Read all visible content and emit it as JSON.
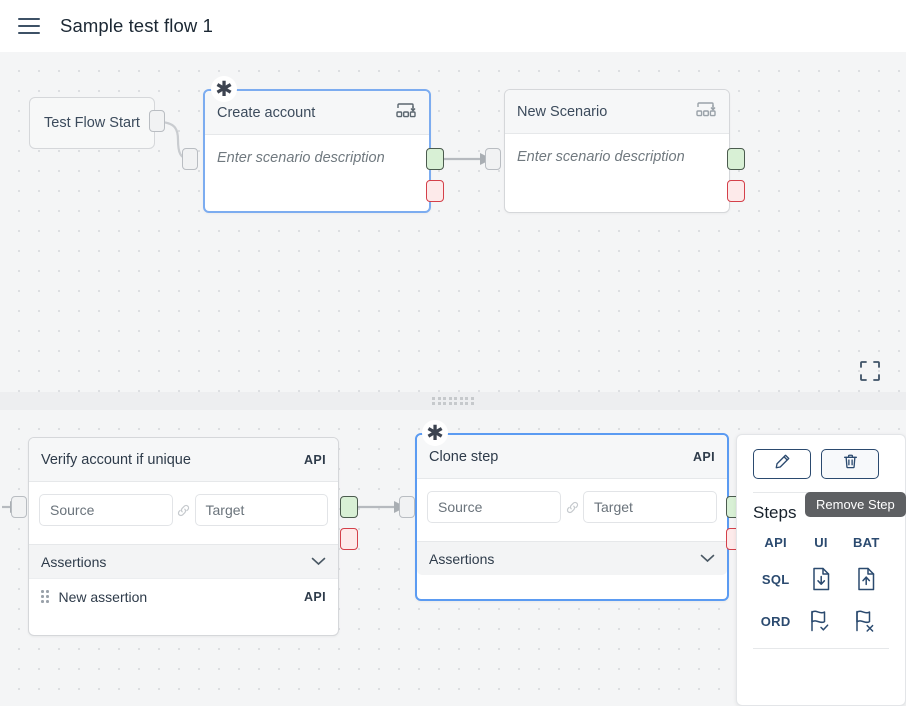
{
  "header": {
    "menu_icon": "hamburger-icon",
    "title": "Sample test flow 1"
  },
  "canvas_top": {
    "start_node": {
      "label": "Test Flow Start"
    },
    "scenarios": [
      {
        "title": "Create account",
        "description_placeholder": "Enter scenario description",
        "icon": "sub-steps-icon",
        "badge": "asterisk-badge",
        "selected": true
      },
      {
        "title": "New Scenario",
        "description_placeholder": "Enter scenario description",
        "icon": "sub-steps-icon",
        "badge": null,
        "selected": false
      }
    ],
    "fullscreen_icon": "fullscreen-icon"
  },
  "canvas_bottom": {
    "steps": [
      {
        "title": "Verify account if unique",
        "tag": "API",
        "source_placeholder": "Source",
        "target_placeholder": "Target",
        "link_icon": "link-icon",
        "assertions_label": "Assertions",
        "chevron": "chevron-down-icon",
        "assertion_rows": [
          {
            "name": "New assertion",
            "tag": "API",
            "handle": "drag-handle-icon"
          }
        ],
        "selected": false
      },
      {
        "title": "Clone step",
        "tag": "API",
        "source_placeholder": "Source",
        "target_placeholder": "Target",
        "link_icon": "link-icon",
        "assertions_label": "Assertions",
        "chevron": "chevron-down-icon",
        "assertion_rows": [],
        "badge": "asterisk-badge",
        "selected": true
      }
    ]
  },
  "panel": {
    "edit_icon": "pencil-icon",
    "delete_icon": "trash-icon",
    "tooltip": "Remove Step",
    "steps_title": "Steps",
    "step_types": [
      {
        "label": "API",
        "icon": null
      },
      {
        "label": "UI",
        "icon": null
      },
      {
        "label": "BAT",
        "icon": null
      },
      {
        "label": "SQL",
        "icon": null
      },
      {
        "label": null,
        "icon": "file-download-icon"
      },
      {
        "label": null,
        "icon": "file-upload-icon"
      },
      {
        "label": "ORD",
        "icon": null
      },
      {
        "label": null,
        "icon": "flag-check-icon"
      },
      {
        "label": null,
        "icon": "flag-x-icon"
      }
    ]
  },
  "colors": {
    "accent_navy": "#2b4a6f",
    "selection_blue": "#5b9bf2",
    "port_success": "#d8f0d5",
    "port_error": "#fdeaea",
    "canvas_bg": "#f4f5f6",
    "tooltip_bg": "#5e6063"
  }
}
